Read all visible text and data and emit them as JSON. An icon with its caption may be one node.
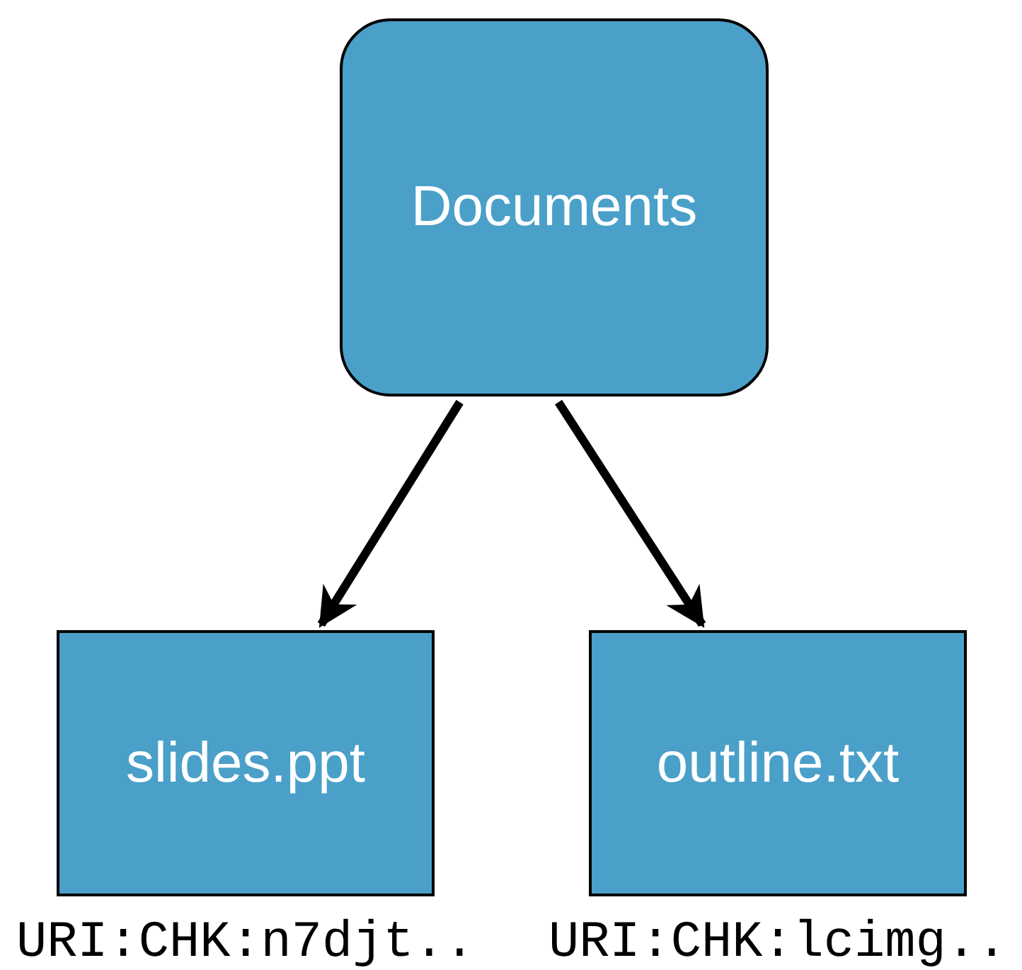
{
  "diagram": {
    "nodes": [
      {
        "text": [
          "Documents"
        ]
      },
      {
        "text": [
          "slides.ppt"
        ],
        "beside": [
          "URI:CHK:n7djt.."
        ]
      },
      {
        "text": [
          "outline.txt"
        ],
        "beside": [
          "URI:CHK:lcimg.."
        ]
      }
    ],
    "edges": [
      {
        "from": 0,
        "to": 1,
        "arrow": "to"
      },
      {
        "from": 0,
        "to": 2,
        "arrow": "to"
      }
    ]
  }
}
